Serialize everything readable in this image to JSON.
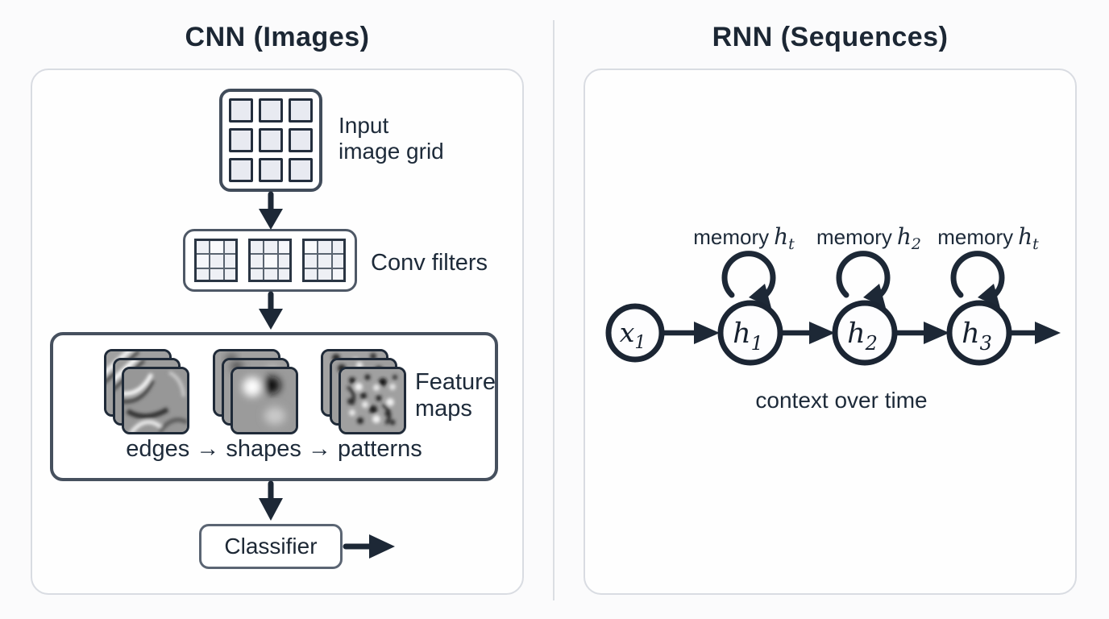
{
  "left": {
    "title": "CNN (Images)",
    "input_grid": {
      "label_line1": "Input",
      "label_line2": "image grid",
      "rows": 3,
      "cols": 3
    },
    "conv": {
      "label": "Conv filters",
      "filter_count": 3
    },
    "features": {
      "label_line1": "Feature",
      "label_line2": "maps",
      "hierarchy": "edges → shapes → patterns"
    },
    "classifier_label": "Classifier"
  },
  "right": {
    "title": "RNN (Sequences)",
    "memory_labels": [
      {
        "word": "memory",
        "var": "h",
        "sub": "t"
      },
      {
        "word": "memory",
        "var": "h",
        "sub": "2"
      },
      {
        "word": "memory",
        "var": "h",
        "sub": "t"
      }
    ],
    "nodes": [
      {
        "var": "x",
        "sub": "1"
      },
      {
        "var": "h",
        "sub": "1"
      },
      {
        "var": "h",
        "sub": "2"
      },
      {
        "var": "h",
        "sub": "3"
      }
    ],
    "caption": "context over time"
  },
  "colors": {
    "ink": "#1d2836",
    "panel_border": "#d9dce2",
    "grid_cell_fill": "#e8eaf1",
    "box_border": "#46505e",
    "feature_card_gray": "#9a9a9a"
  }
}
